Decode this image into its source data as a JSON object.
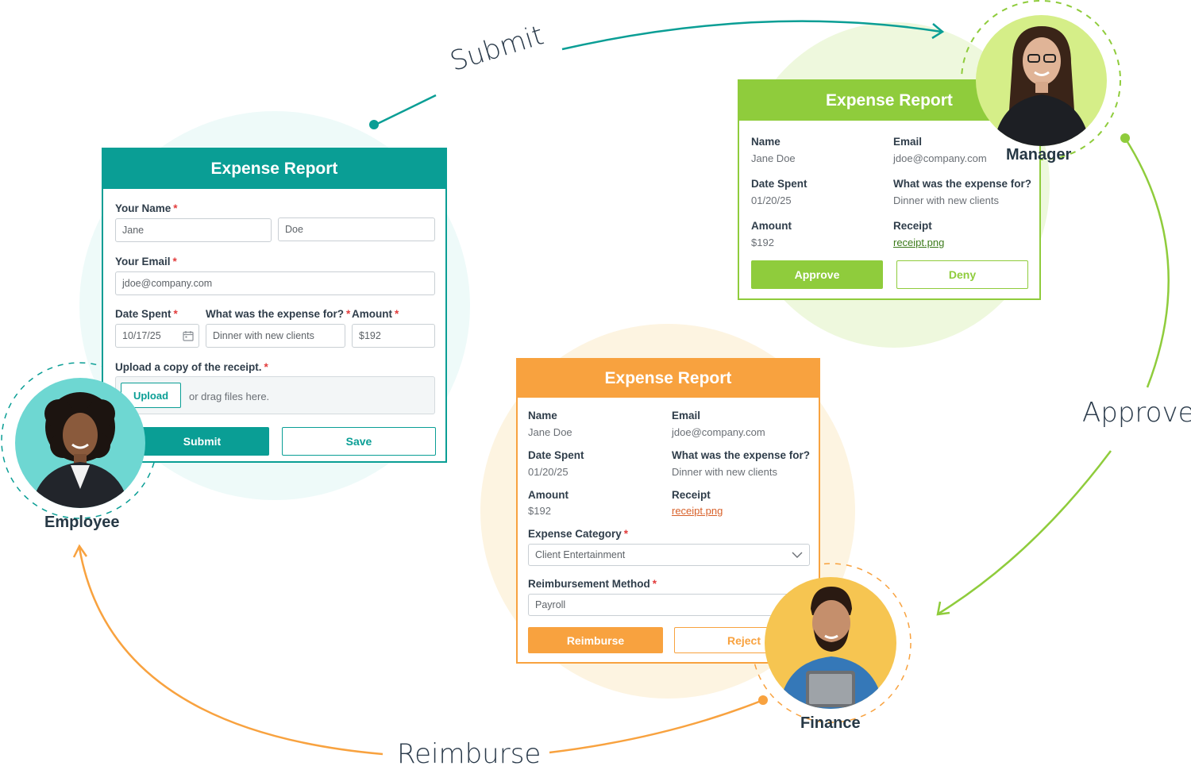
{
  "flow": {
    "submit_label": "Submit",
    "approve_label": "Approve",
    "reimburse_label": "Reimburse",
    "colors": {
      "teal": "#0a9e95",
      "green": "#8fcc3c",
      "orange": "#f8a23f"
    }
  },
  "employee": {
    "role": "Employee",
    "form": {
      "title": "Expense Report",
      "your_name_label": "Your Name",
      "first_name_value": "Jane",
      "last_name_value": "Doe",
      "email_label": "Your Email",
      "email_value": "jdoe@company.com",
      "date_label": "Date Spent",
      "date_value": "10/17/25",
      "purpose_label": "What was the expense for?",
      "purpose_value": "Dinner with new clients",
      "amount_label": "Amount",
      "amount_value": "$192",
      "upload_label": "Upload a copy of the receipt.",
      "upload_button": "Upload",
      "upload_hint": "or drag files here.",
      "submit_button": "Submit",
      "save_button": "Save",
      "required_mark": "*"
    }
  },
  "manager": {
    "role": "Manager",
    "form": {
      "title": "Expense Report",
      "name_label": "Name",
      "name_value": "Jane Doe",
      "email_label": "Email",
      "email_value": "jdoe@company.com",
      "date_label": "Date Spent",
      "date_value": "01/20/25",
      "purpose_label": "What was the expense for?",
      "purpose_value": "Dinner with new clients",
      "amount_label": "Amount",
      "amount_value": "$192",
      "receipt_label": "Receipt",
      "receipt_link": "receipt.png",
      "approve_button": "Approve",
      "deny_button": "Deny"
    }
  },
  "finance": {
    "role": "Finance",
    "form": {
      "title": "Expense Report",
      "name_label": "Name",
      "name_value": "Jane Doe",
      "email_label": "Email",
      "email_value": "jdoe@company.com",
      "date_label": "Date Spent",
      "date_value": "01/20/25",
      "purpose_label": "What was the expense for?",
      "purpose_value": "Dinner with new clients",
      "amount_label": "Amount",
      "amount_value": "$192",
      "receipt_label": "Receipt",
      "receipt_link": "receipt.png",
      "category_label": "Expense Category",
      "category_value": "Client Entertainment",
      "method_label": "Reimbursement Method",
      "method_value": "Payroll",
      "reimburse_button": "Reimburse",
      "reject_button": "Reject",
      "required_mark": "*"
    }
  }
}
